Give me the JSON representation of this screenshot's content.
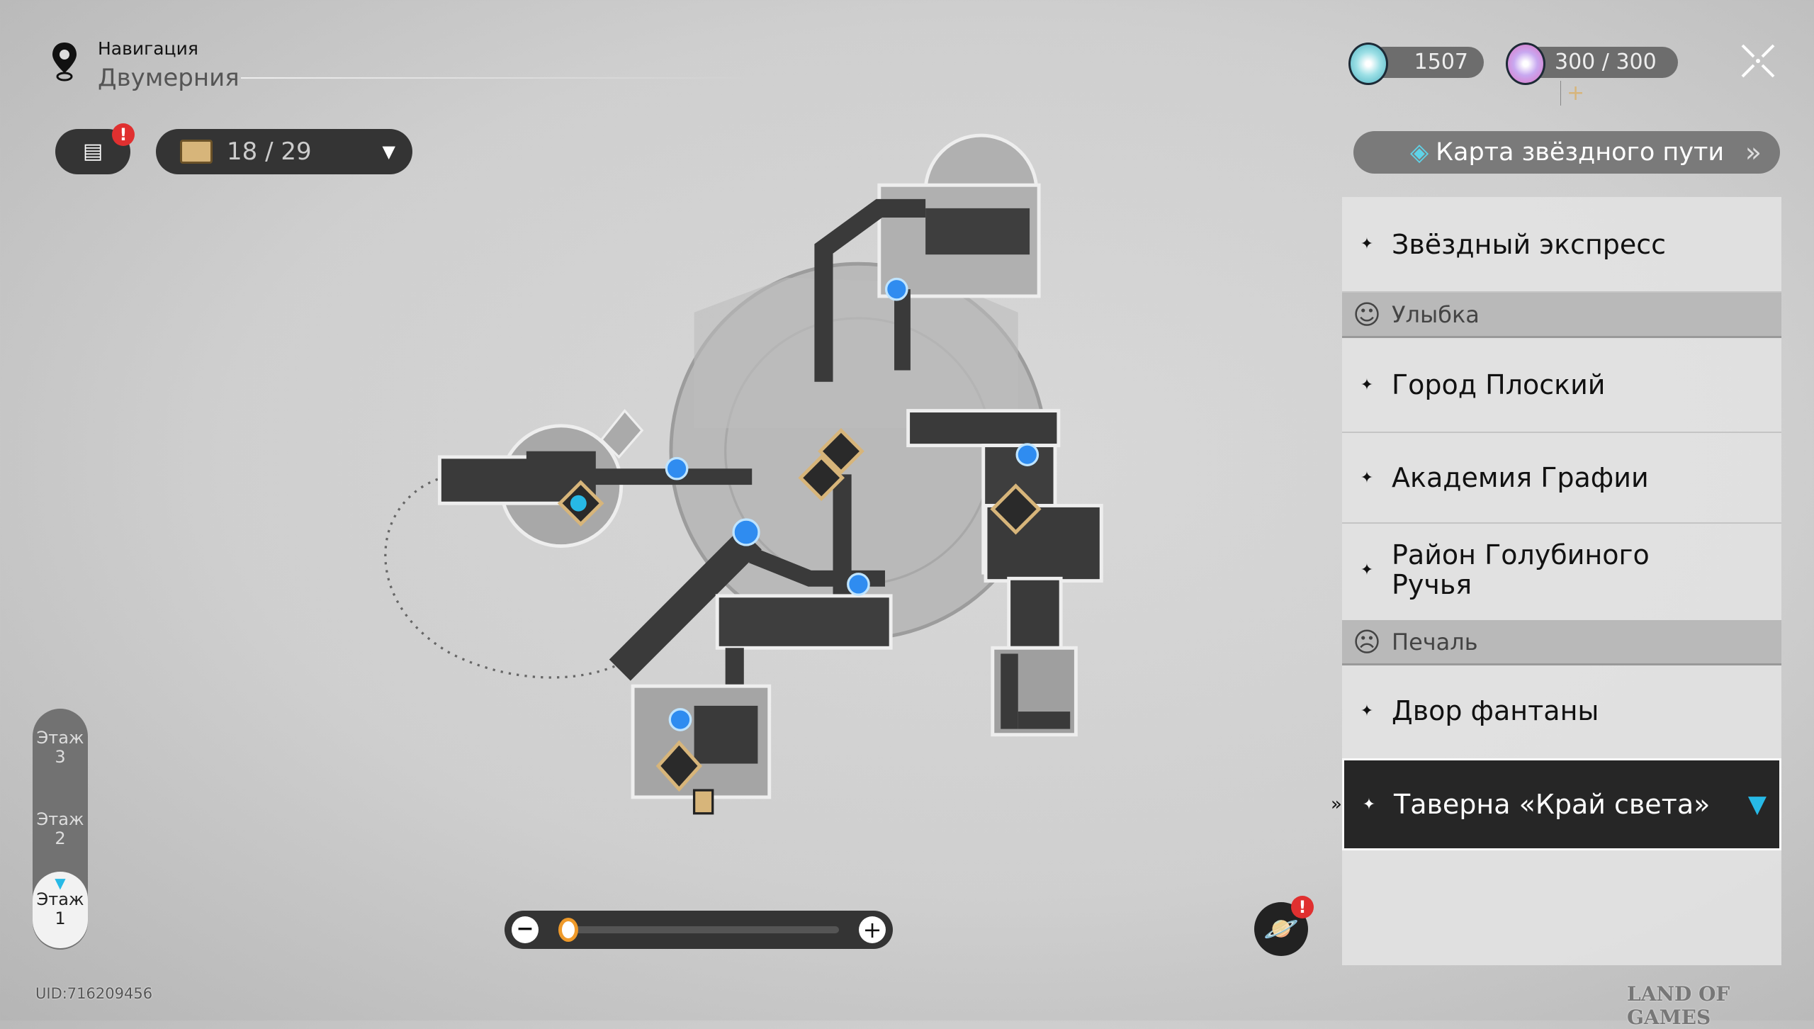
{
  "header": {
    "section": "Навигация",
    "location": "Двумерния",
    "pin_icon": "map-pin-icon"
  },
  "toolbar": {
    "chest_count": "18 / 29",
    "badge": "!"
  },
  "currency": {
    "stellar_jade": "1507",
    "trailblaze_power": "300 / 300",
    "plus": "+"
  },
  "star_map_button": {
    "label": "Карта звёздного пути",
    "chevron": "»"
  },
  "locations": {
    "items": [
      {
        "label": "Звёздный экспресс"
      },
      {
        "category": "Улыбка"
      },
      {
        "label": "Город Плоский"
      },
      {
        "label": "Академия Графии"
      },
      {
        "label": "Район Голубиного Ручья"
      },
      {
        "category": "Печаль"
      },
      {
        "label": "Двор фантаны"
      },
      {
        "label": "Таверна «Край света»",
        "selected": true
      }
    ]
  },
  "floors": [
    {
      "label": "Этаж",
      "num": "3"
    },
    {
      "label": "Этаж",
      "num": "2"
    },
    {
      "label": "Этаж",
      "num": "1",
      "active": true
    }
  ],
  "zoom": {
    "minus": "−",
    "plus": "+",
    "level": 0.0
  },
  "uid": "UID:716209456",
  "watermark": "LAND OF GAMES",
  "colors": {
    "accent_cyan": "#27b9e6",
    "badge_red": "#e03030",
    "gold": "#d7b57a",
    "teleport_blue": "#2f8cf0"
  }
}
